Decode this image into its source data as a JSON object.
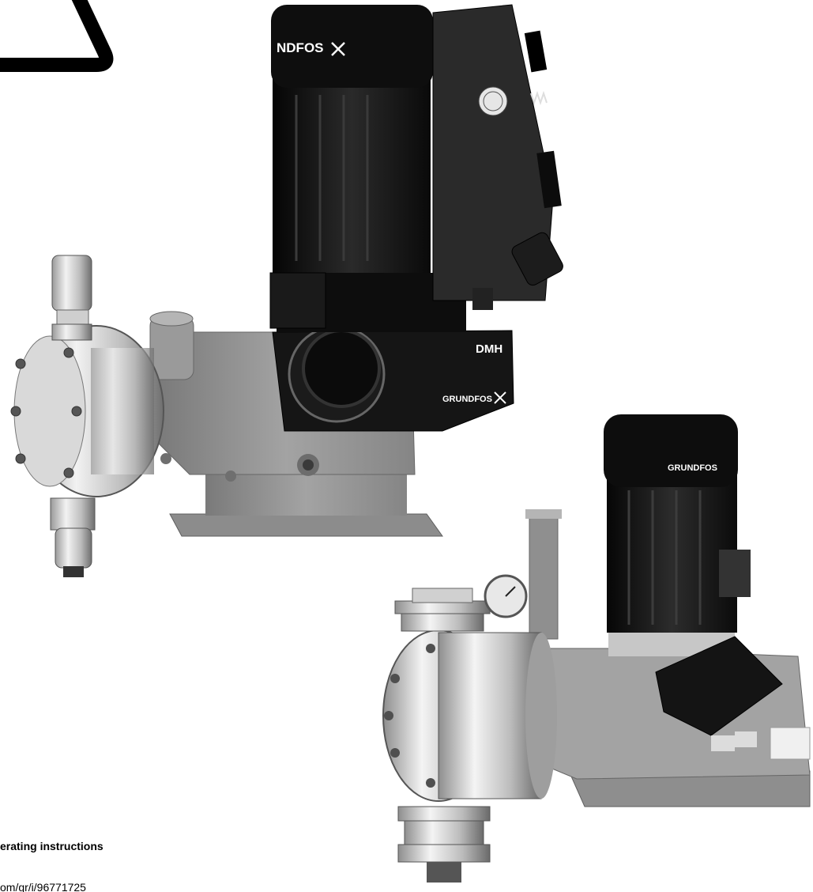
{
  "document": {
    "title": "erating instructions",
    "url": "om/gr/i/96771725"
  },
  "product": {
    "model_label": "DMH",
    "brand": "GRUNDFOS",
    "brand_partial": "NDFOS"
  },
  "colors": {
    "background": "#ffffff",
    "motor": "#111111",
    "housing": "#8f8f8f",
    "steel": "#cfcfcf",
    "text": "#000000"
  },
  "icons": {
    "logo_mark": "grundfos-x-icon",
    "control_knob": "dial-knob-icon"
  }
}
